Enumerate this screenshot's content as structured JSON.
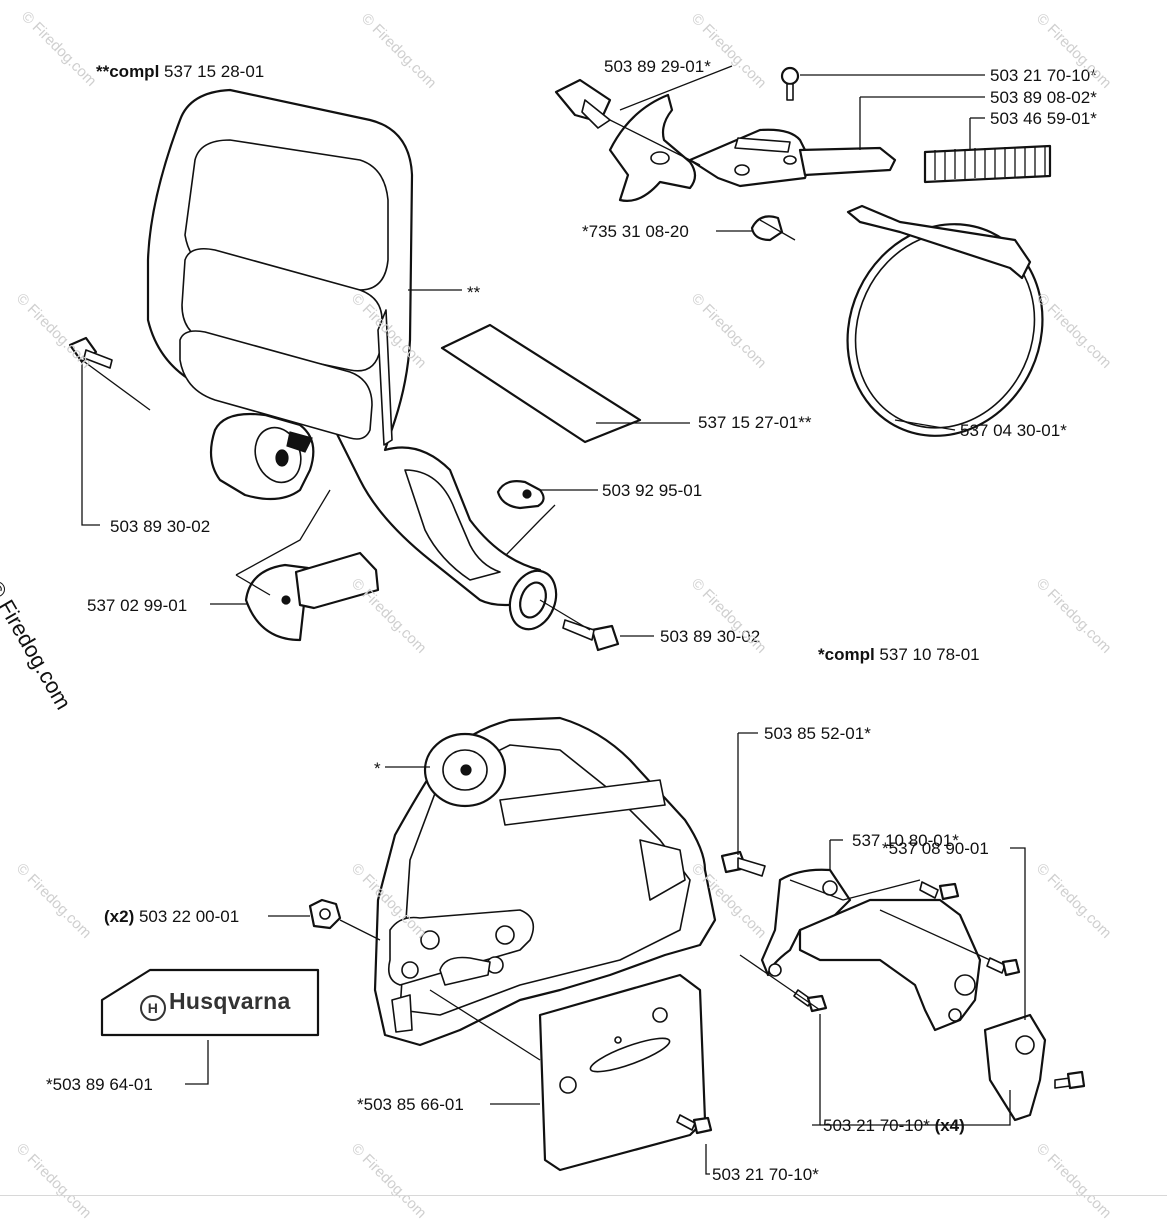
{
  "watermark": {
    "side_text": "© Firedog.com",
    "tile_text": "© Firedog.com"
  },
  "brand": {
    "logo_text": "Husqvarna"
  },
  "labels": {
    "compl_top": {
      "prefix": "**compl",
      "number": "537 15 28-01"
    },
    "double_star_marker": "**",
    "p_503_89_29_01": "503 89 29-01*",
    "p_503_21_70_10_top": "503 21 70-10*",
    "p_503_89_08_02": "503 89 08-02*",
    "p_503_46_59_01": "503 46 59-01*",
    "p_735_31_08_20": "*735 31 08-20",
    "p_537_15_27_01": "537 15 27-01**",
    "p_537_04_30_01": "537 04 30-01*",
    "p_503_89_30_02_left": "503 89 30-02",
    "p_503_92_95_01": "503 92 95-01",
    "p_537_02_99_01": "537 02 99-01",
    "p_503_89_30_02_bottom": "503 89 30-02",
    "compl_mid": {
      "prefix": "*compl",
      "number": "537 10 78-01"
    },
    "p_503_85_52_01": "503 85 52-01*",
    "single_star_marker": "*",
    "p_537_10_80_01": "537 10 80-01*",
    "p_537_08_90_01": "*537 08 90-01",
    "p_503_22_00_01": {
      "qty": "(x2)",
      "number": "503 22 00-01"
    },
    "p_503_89_64_01": "*503 89 64-01",
    "p_503_85_66_01": "*503 85 66-01",
    "p_503_21_70_10_x4": {
      "number": "503 21 70-10*",
      "qty": "(x4)"
    },
    "p_503_21_70_10_bottom": "503 21 70-10*"
  }
}
